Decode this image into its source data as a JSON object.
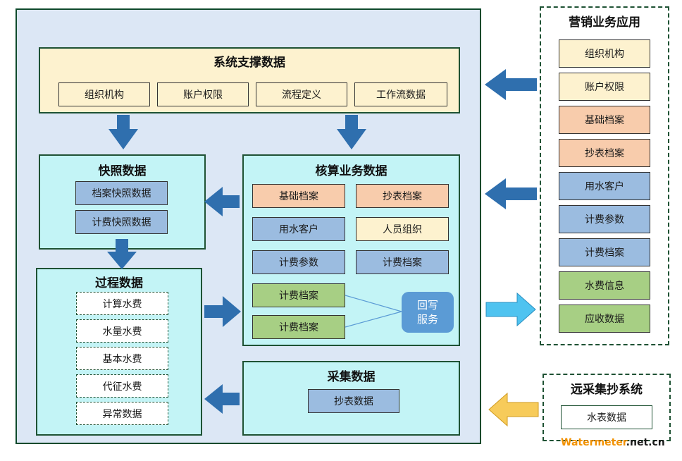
{
  "system": {
    "title": "系统支撑数据",
    "items": [
      "组织机构",
      "账户权限",
      "流程定义",
      "工作流数据"
    ]
  },
  "snapshot": {
    "title": "快照数据",
    "items": [
      "档案快照数据",
      "计费快照数据"
    ]
  },
  "accounting": {
    "title": "核算业务数据",
    "items": [
      "基础档案",
      "抄表档案",
      "用水客户",
      "人员组织",
      "计费参数",
      "计费档案",
      "计费档案",
      "计费档案"
    ],
    "service": [
      "回写",
      "服务"
    ]
  },
  "process": {
    "title": "过程数据",
    "items": [
      "计算水费",
      "水量水费",
      "基本水费",
      "代征水费",
      "异常数据"
    ]
  },
  "collect": {
    "title": "采集数据",
    "items": [
      "抄表数据"
    ]
  },
  "marketing": {
    "title": "营销业务应用",
    "items": [
      "组织机构",
      "账户权限",
      "基础档案",
      "抄表档案",
      "用水客户",
      "计费参数",
      "计费档案",
      "水费信息",
      "应收数据"
    ]
  },
  "remote": {
    "title": "远采集抄系统",
    "items": [
      "水表数据"
    ]
  },
  "watermark": {
    "part1": "Watermeter",
    "part2": ".net.cn"
  },
  "colors": {
    "arrow_dark": "#2f6fae",
    "arrow_light": "#4fc3f0",
    "arrow_yellow": "#f7cb5a",
    "service": "#5b9bd5",
    "watermark_orange": "#f29100"
  }
}
